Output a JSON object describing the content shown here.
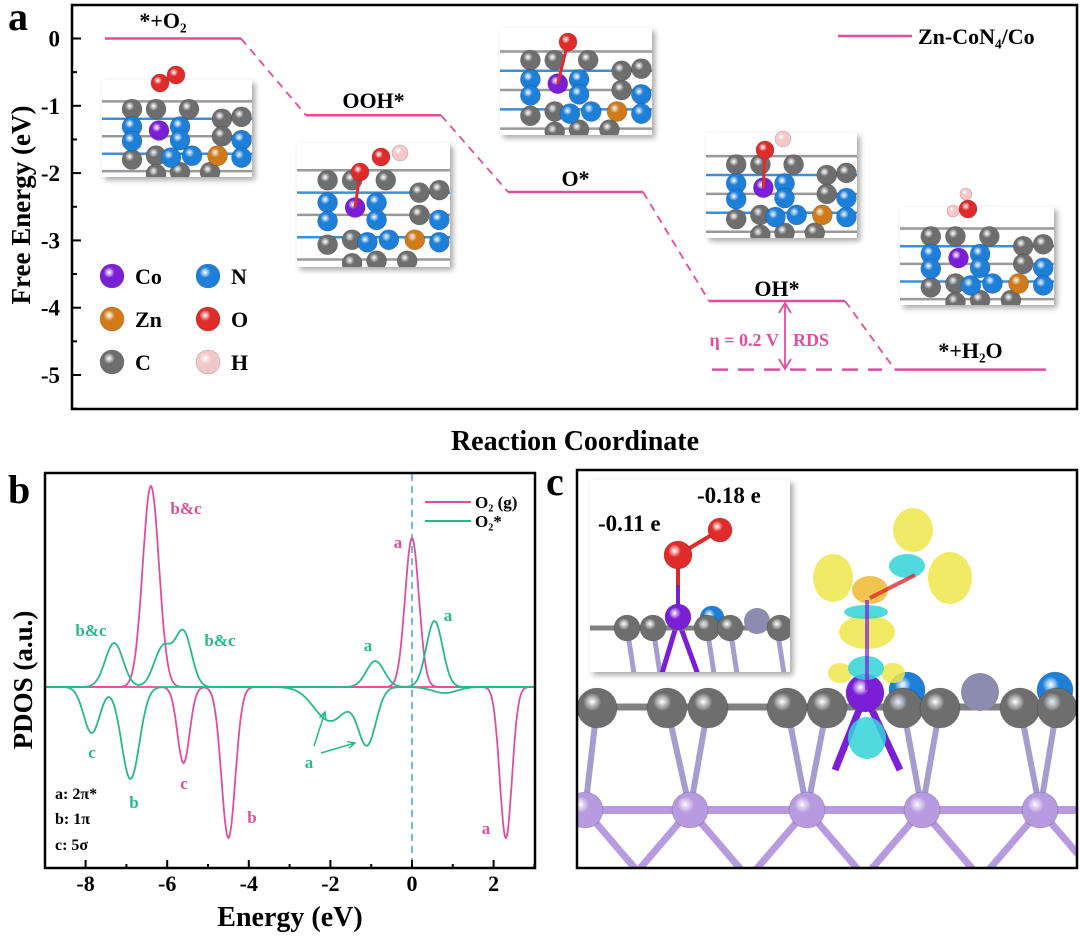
{
  "colors": {
    "magenta": "#dd4f9e",
    "teal": "#27b98c",
    "fermi": "#4a9fd0",
    "co": "#7a1fd6",
    "n": "#1e7fd9",
    "zn": "#d07a1a",
    "o": "#e02b2b",
    "c": "#6e6e6e",
    "h": "#f3c8c8",
    "yellow": "#efe64a",
    "cyan": "#33d3d8",
    "lattice": "#b79ae0"
  },
  "chart_data": [
    {
      "panel": "a",
      "type": "line",
      "title": "",
      "xlabel": "Reaction Coordinate",
      "ylabel": "Free Energy (eV)",
      "ylim": [
        -5.5,
        0.5
      ],
      "yticks": [
        "0",
        "-1",
        "-2",
        "-3",
        "-4",
        "-5"
      ],
      "series": [
        {
          "name": "Zn-CoN₄/Co",
          "steps": [
            {
              "label": "*+O₂",
              "value": 0
            },
            {
              "label": "OOH*",
              "value": -1.14
            },
            {
              "label": "O*",
              "value": -2.28
            },
            {
              "label": "OH*",
              "value": -3.9
            },
            {
              "label": "*+H₂O",
              "value": -4.92
            }
          ]
        }
      ],
      "annotations": {
        "overpotential": "η = 0.2 V",
        "rds": "RDS"
      },
      "atom_legend": [
        {
          "label": "Co",
          "key": "co"
        },
        {
          "label": "N",
          "key": "n"
        },
        {
          "label": "Zn",
          "key": "zn"
        },
        {
          "label": "O",
          "key": "o"
        },
        {
          "label": "C",
          "key": "c"
        },
        {
          "label": "H",
          "key": "h"
        }
      ],
      "legend_position": "top-right"
    },
    {
      "panel": "b",
      "type": "line",
      "xlabel": "Energy (eV)",
      "ylabel": "PDOS (a.u.)",
      "xlim": [
        -9,
        3
      ],
      "ylim": [
        -9.05,
        10.7
      ],
      "xticks": [
        -8,
        -6,
        -4,
        -2,
        0,
        2
      ],
      "fermi_level": 0,
      "series": [
        {
          "name": "O₂ (g)",
          "color_key": "magenta",
          "up": [
            {
              "E": -6.4,
              "h": 10.05,
              "w": 0.2
            },
            {
              "E": 0,
              "h": 7.45,
              "w": 0.17
            }
          ],
          "down": [
            {
              "E": -5.6,
              "h": -3.8,
              "w": 0.15
            },
            {
              "E": -4.5,
              "h": -7.55,
              "w": 0.17
            },
            {
              "E": 2.3,
              "h": -7.55,
              "w": 0.15
            }
          ]
        },
        {
          "name": "O₂*",
          "color_key": "teal",
          "up": [
            {
              "E": -7.3,
              "h": 2.2,
              "w": 0.22
            },
            {
              "E": -6.1,
              "h": 2.0,
              "w": 0.22
            },
            {
              "E": -5.6,
              "h": 2.7,
              "w": 0.2
            },
            {
              "E": -0.9,
              "h": 1.3,
              "w": 0.22
            },
            {
              "E": 0.55,
              "h": 3.3,
              "w": 0.2
            }
          ],
          "down": [
            {
              "E": -7.85,
              "h": -2.3,
              "w": 0.2
            },
            {
              "E": -6.9,
              "h": -4.6,
              "w": 0.22
            },
            {
              "E": -2.0,
              "h": -1.7,
              "w": 0.4
            },
            {
              "E": -1.1,
              "h": -2.8,
              "w": 0.22
            },
            {
              "E": 0.8,
              "h": -0.3,
              "w": 0.3
            }
          ]
        }
      ],
      "peak_labels": [
        "b&c",
        "a",
        "b&c",
        "b&c",
        "a",
        "a",
        "c",
        "b",
        "c",
        "b",
        "a",
        "a"
      ],
      "orbital_key": [
        "a: 2π*",
        "b: 1π",
        "c: 5σ"
      ],
      "legend_position": "top-right"
    }
  ],
  "panels": {
    "a": "a",
    "b": "b",
    "c": "c"
  },
  "panel_c": {
    "charge_o_outer": "-0.18 e",
    "charge_o_inner": "-0.11 e"
  }
}
